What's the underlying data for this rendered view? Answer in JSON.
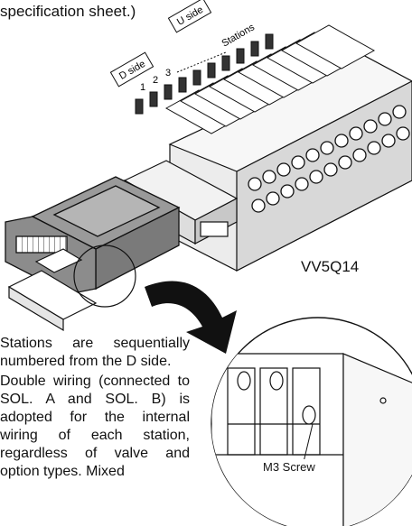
{
  "header": {
    "caption": "specification sheet.)"
  },
  "diagram": {
    "u_side": "U side",
    "stations": "Stations",
    "d_side": "D side",
    "station_numbers": [
      "1",
      "2",
      "3"
    ],
    "model": "VV5Q14",
    "screw_label": "M3 Screw"
  },
  "notes": [
    "Stations are sequentially numbered from the D side.",
    "Double wiring (connected to SOL. A and SOL. B) is adopted for the internal wiring of each station, regardless of valve and option types. Mixed"
  ]
}
